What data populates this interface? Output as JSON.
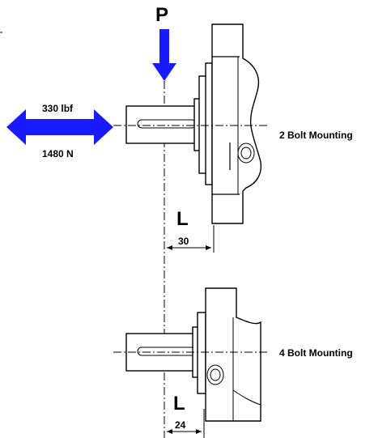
{
  "labels": {
    "load": "P",
    "force_imperial": "330 lbf",
    "force_metric": "1480 N",
    "mount_top": "2 Bolt Mounting",
    "mount_bottom": "4 Bolt Mounting",
    "distance_symbol_top": "L",
    "distance_symbol_bottom": "L",
    "distance_top": "30",
    "distance_bottom": "24"
  },
  "colors": {
    "arrow": "#1a1aff",
    "line": "#000000"
  }
}
